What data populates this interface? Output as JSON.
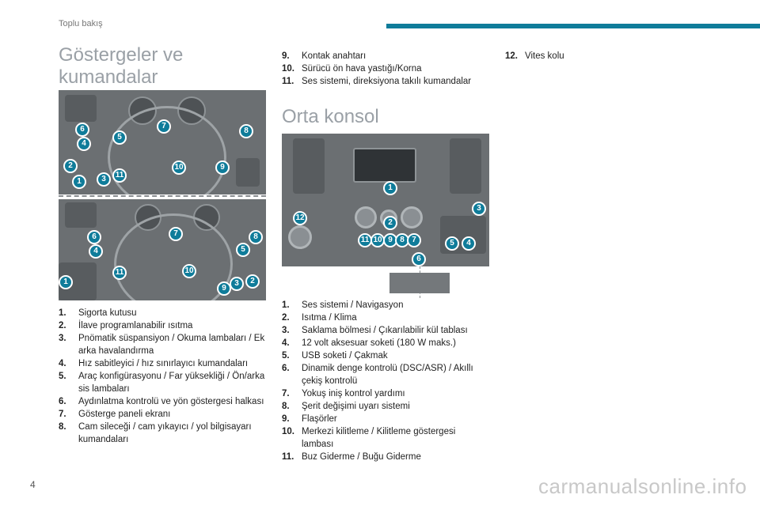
{
  "header": {
    "section_label": "Toplu bakış"
  },
  "page_title": "Göstergeler ve kumandalar",
  "dashboard_top_callouts": [
    "6",
    "4",
    "5",
    "7",
    "8",
    "2",
    "1",
    "3",
    "11",
    "10",
    "9"
  ],
  "dashboard_bottom_callouts": [
    "6",
    "4",
    "7",
    "8",
    "5",
    "1",
    "11",
    "10",
    "9",
    "3",
    "2"
  ],
  "controls_list": [
    {
      "num": "1.",
      "text": "Sigorta kutusu"
    },
    {
      "num": "2.",
      "text": "İlave programlanabilir ısıtma"
    },
    {
      "num": "3.",
      "text": "Pnömatik süspansiyon / Okuma lambaları / Ek arka havalandırma"
    },
    {
      "num": "4.",
      "text": "Hız sabitleyici / hız sınırlayıcı kumandaları"
    },
    {
      "num": "5.",
      "text": "Araç konfigürasyonu / Far yüksekliği / Ön/arka sis lambaları"
    },
    {
      "num": "6.",
      "text": "Aydınlatma kontrolü ve yön göstergesi halkası"
    },
    {
      "num": "7.",
      "text": "Gösterge paneli ekranı"
    },
    {
      "num": "8.",
      "text": "Cam sileceği / cam yıkayıcı / yol bilgisayarı kumandaları"
    }
  ],
  "controls_list_cont": [
    {
      "num": "9.",
      "text": "Kontak anahtarı"
    },
    {
      "num": "10.",
      "text": "Sürücü ön hava yastığı/Korna"
    },
    {
      "num": "11.",
      "text": "Ses sistemi, direksiyona takılı kumandalar"
    }
  ],
  "controls_list_right": [
    {
      "num": "12.",
      "text": "Vites kolu"
    }
  ],
  "center_console": {
    "title": "Orta konsol",
    "callouts": [
      "1",
      "2",
      "3",
      "12",
      "11",
      "10",
      "9",
      "8",
      "7",
      "5",
      "4",
      "6"
    ],
    "items": [
      {
        "num": "1.",
        "text": "Ses sistemi / Navigasyon"
      },
      {
        "num": "2.",
        "text": "Isıtma / Klima"
      },
      {
        "num": "3.",
        "text": "Saklama bölmesi / Çıkarılabilir kül tablası"
      },
      {
        "num": "4.",
        "text": "12 volt aksesuar soketi (180 W maks.)"
      },
      {
        "num": "5.",
        "text": "USB soketi / Çakmak"
      },
      {
        "num": "6.",
        "text": "Dinamik denge kontrolü (DSC/ASR) / Akıllı çekiş kontrolü"
      },
      {
        "num": "7.",
        "text": "Yokuş iniş kontrol yardımı"
      },
      {
        "num": "8.",
        "text": "Şerit değişimi uyarı sistemi"
      },
      {
        "num": "9.",
        "text": "Flaşörler"
      },
      {
        "num": "10.",
        "text": "Merkezi kilitleme / Kilitleme göstergesi lambası"
      },
      {
        "num": "11.",
        "text": "Buz Giderme / Buğu Giderme"
      }
    ]
  },
  "page_number": "4",
  "watermark": "carmanualsonline.info",
  "colors": {
    "accent": "#0f7c9a",
    "title_gray": "#9aa0a6"
  }
}
